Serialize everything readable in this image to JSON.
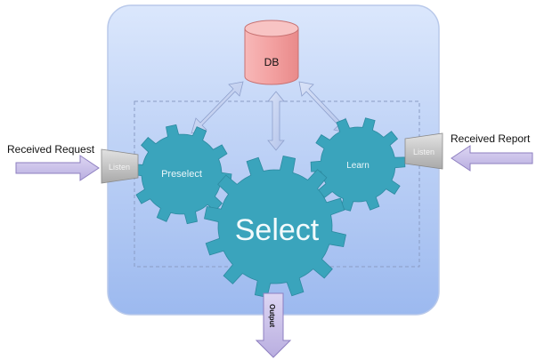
{
  "diagram": {
    "db_label": "DB",
    "gears": {
      "preselect": "Preselect",
      "learn": "Learn",
      "select": "Select"
    },
    "listen_left": "Listen",
    "listen_right": "Listen",
    "received_request": "Received Request",
    "received_report": "Received Report",
    "output": "Output"
  },
  "colors": {
    "panel_top": "#d4e2fb",
    "panel_bottom": "#9bbaf0",
    "db_fill": "#f4a3a3",
    "gear_fill": "#3aa6bd",
    "arrow_fill": "#c9c0e8"
  }
}
